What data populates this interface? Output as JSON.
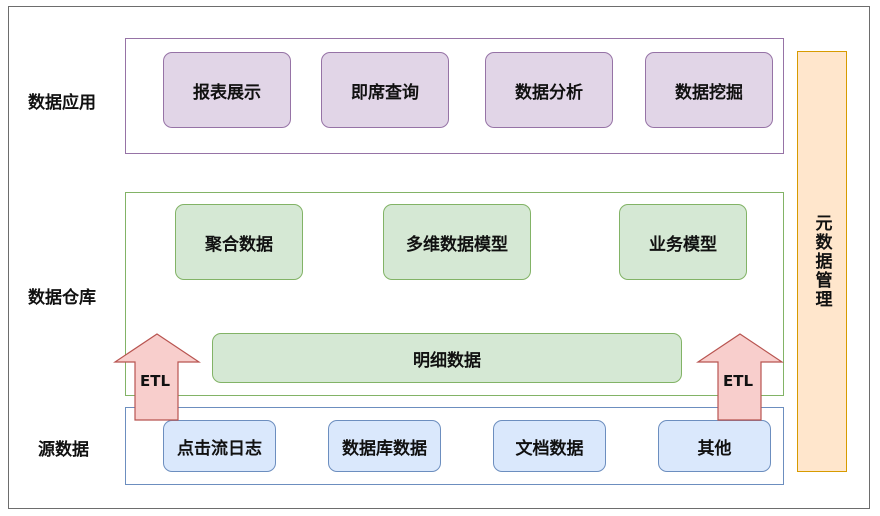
{
  "layers": {
    "application": {
      "label": "数据应用",
      "items": [
        "报表展示",
        "即席查询",
        "数据分析",
        "数据挖掘"
      ]
    },
    "warehouse": {
      "label": "数据仓库",
      "top_items": [
        "聚合数据",
        "多维数据模型",
        "业务模型"
      ],
      "detail": "明细数据"
    },
    "source": {
      "label": "源数据",
      "items": [
        "点击流日志",
        "数据库数据",
        "文档数据",
        "其他"
      ]
    }
  },
  "metadata_management": "元数据管理",
  "etl": {
    "left": "ETL",
    "right": "ETL"
  },
  "colors": {
    "application_fill": "#e1d5e7",
    "application_border": "#9673a6",
    "warehouse_fill": "#d5e8d4",
    "warehouse_border": "#82b366",
    "source_fill": "#dae8fc",
    "source_border": "#6c8ebf",
    "meta_fill": "#ffe6cc",
    "meta_border": "#d79b00",
    "etl_fill": "#f8cecc",
    "etl_border": "#b85450"
  }
}
